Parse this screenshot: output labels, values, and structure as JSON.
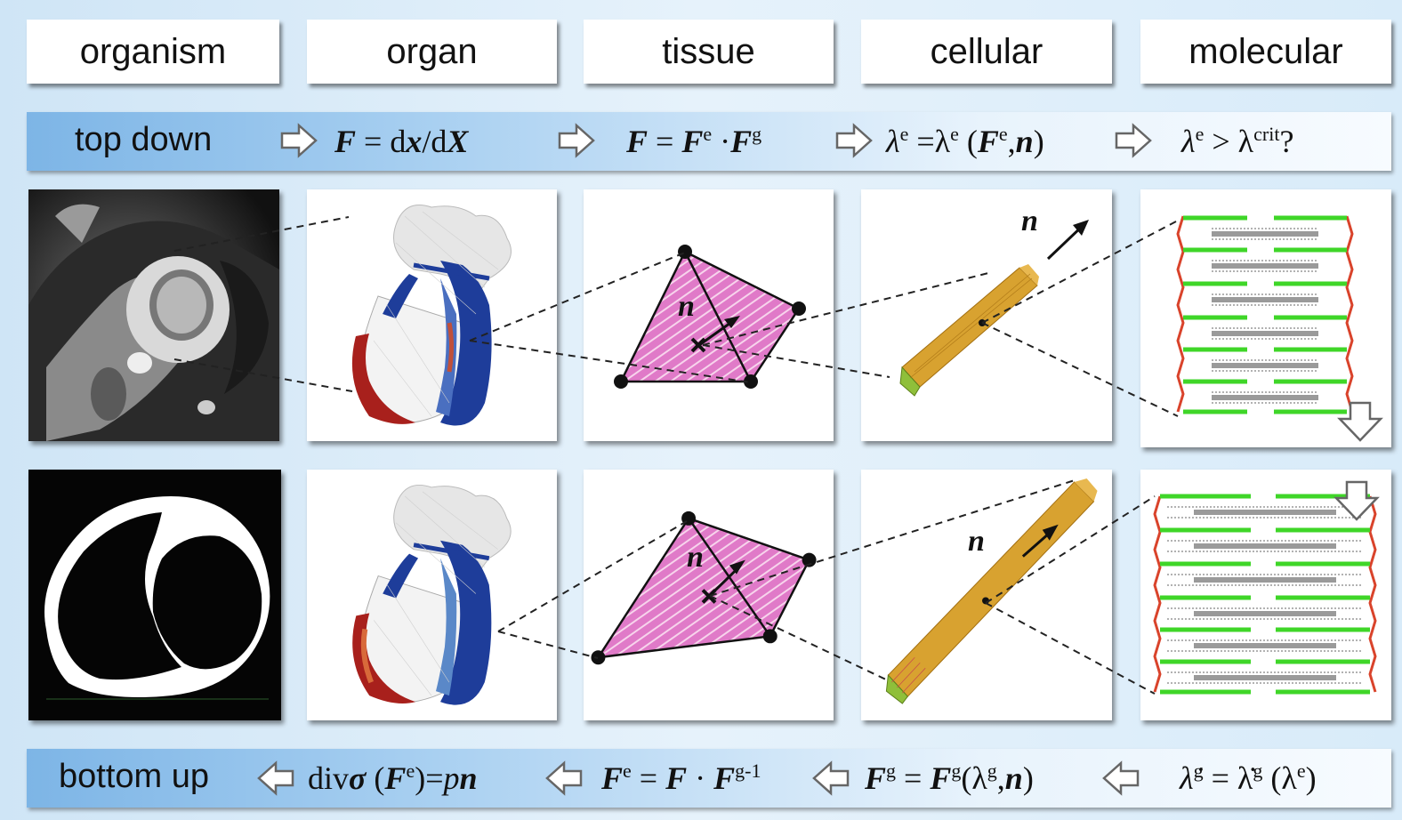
{
  "columns": [
    "organism",
    "organ",
    "tissue",
    "cellular",
    "molecular"
  ],
  "top_band": {
    "label": "top down",
    "eq1": {
      "lhs": "F",
      "mid": " = d",
      "x": "x",
      "slash": "/d",
      "X": "X"
    },
    "eq2": {
      "lhs": "F",
      "mid": " = ",
      "F1": "F",
      "e": "e",
      "dot": " ·",
      "F2": "F",
      "g": "g"
    },
    "eq3": {
      "lam": "λ",
      "e": "e",
      "mid": " =λ",
      "e2": "e",
      "open": " (",
      "F": "F",
      "e3": "e",
      "comma": ",",
      "n": "n",
      "close": ")"
    },
    "eq4": {
      "lam": "λ",
      "e": "e",
      "gt": " > λ",
      "crit": "crit",
      "q": "?"
    }
  },
  "bottom_band": {
    "label": "bottom up",
    "eq1": {
      "div": "div",
      "sigma": "σ",
      "open": " (",
      "F": "F",
      "e": "e",
      "close": ")=",
      "p": "p",
      "n": "n"
    },
    "eq2": {
      "F": "F",
      "e": "e",
      "mid": " = ",
      "F1": "F",
      "dot": " · ",
      "F2": "F",
      "g": "g-1"
    },
    "eq3": {
      "F": "F",
      "g": "g",
      "mid": " = ",
      "F2": "F",
      "g2": "g",
      "open": "(λ",
      "g3": "g",
      "comma": ",",
      "n": "n",
      "close": ")"
    },
    "eq4": {
      "lam": "λ̇",
      "g": "g",
      "mid": " = λ̇",
      "g2": "g",
      "open": " (λ",
      "e": "e",
      "close": ")"
    }
  },
  "fiber_label": "n",
  "tissue_label": "n",
  "colors": {
    "band_dark": "#7db5e6",
    "tissue": "#e07ac8",
    "fiber": "#d8a230",
    "fiber_end": "#8fbf3a",
    "myo_red": "#d9432b",
    "myo_green": "#3fd628",
    "myo_gray": "#9a9a9a",
    "heart_blue": "#1e3d9a",
    "heart_red": "#a8201c"
  },
  "icons": [
    "right-arrow-icon",
    "left-arrow-icon",
    "down-arrow-icon"
  ]
}
